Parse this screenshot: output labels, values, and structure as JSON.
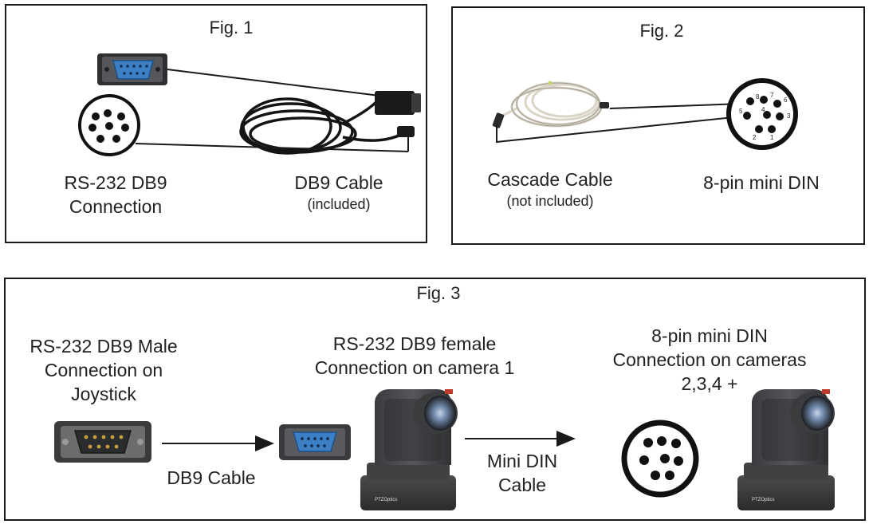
{
  "fig1": {
    "title": "Fig. 1",
    "left_label_line1": "RS-232 DB9",
    "left_label_line2": "Connection",
    "right_label": "DB9 Cable",
    "right_sub": "(included)"
  },
  "fig2": {
    "title": "Fig. 2",
    "left_label": "Cascade Cable",
    "left_sub": "(not included)",
    "right_label": "8-pin mini DIN",
    "pins": [
      "8",
      "7",
      "6",
      "5",
      "4",
      "3",
      "2",
      "1"
    ]
  },
  "fig3": {
    "title": "Fig. 3",
    "joystick_line1": "RS-232 DB9 Male",
    "joystick_line2": "Connection on",
    "joystick_line3": "Joystick",
    "camera1_line1": "RS-232 DB9 female",
    "camera1_line2": "Connection on camera 1",
    "cameras_line1": "8-pin mini DIN",
    "cameras_line2": "Connection on cameras",
    "cameras_line3": "2,3,4 +",
    "db9_cable_label": "DB9 Cable",
    "mini_din_line1": "Mini DIN",
    "mini_din_line2": "Cable",
    "camera_brand": "PTZOptics"
  }
}
